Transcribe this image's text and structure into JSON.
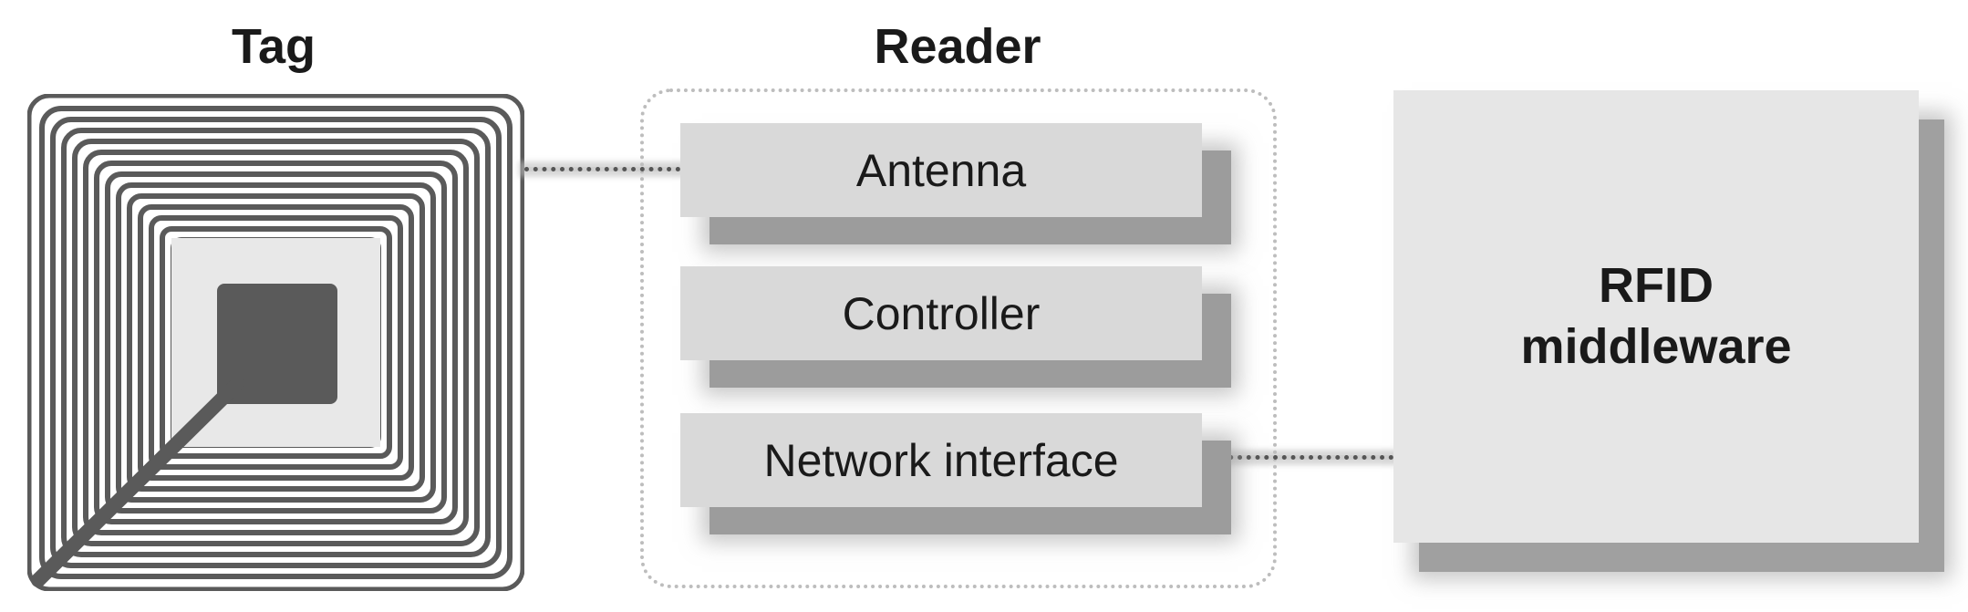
{
  "titles": {
    "tag": "Tag",
    "reader": "Reader"
  },
  "reader": {
    "components": [
      "Antenna",
      "Controller",
      "Network interface"
    ]
  },
  "middleware": {
    "line1": "RFID",
    "line2": "middleware"
  },
  "colors": {
    "tag_coil": "#5a5a5a",
    "box_fill": "#d9d9d9",
    "middleware_fill": "#e6e6e6",
    "shadow": "#9c9c9c",
    "text": "#1a1a1a"
  }
}
